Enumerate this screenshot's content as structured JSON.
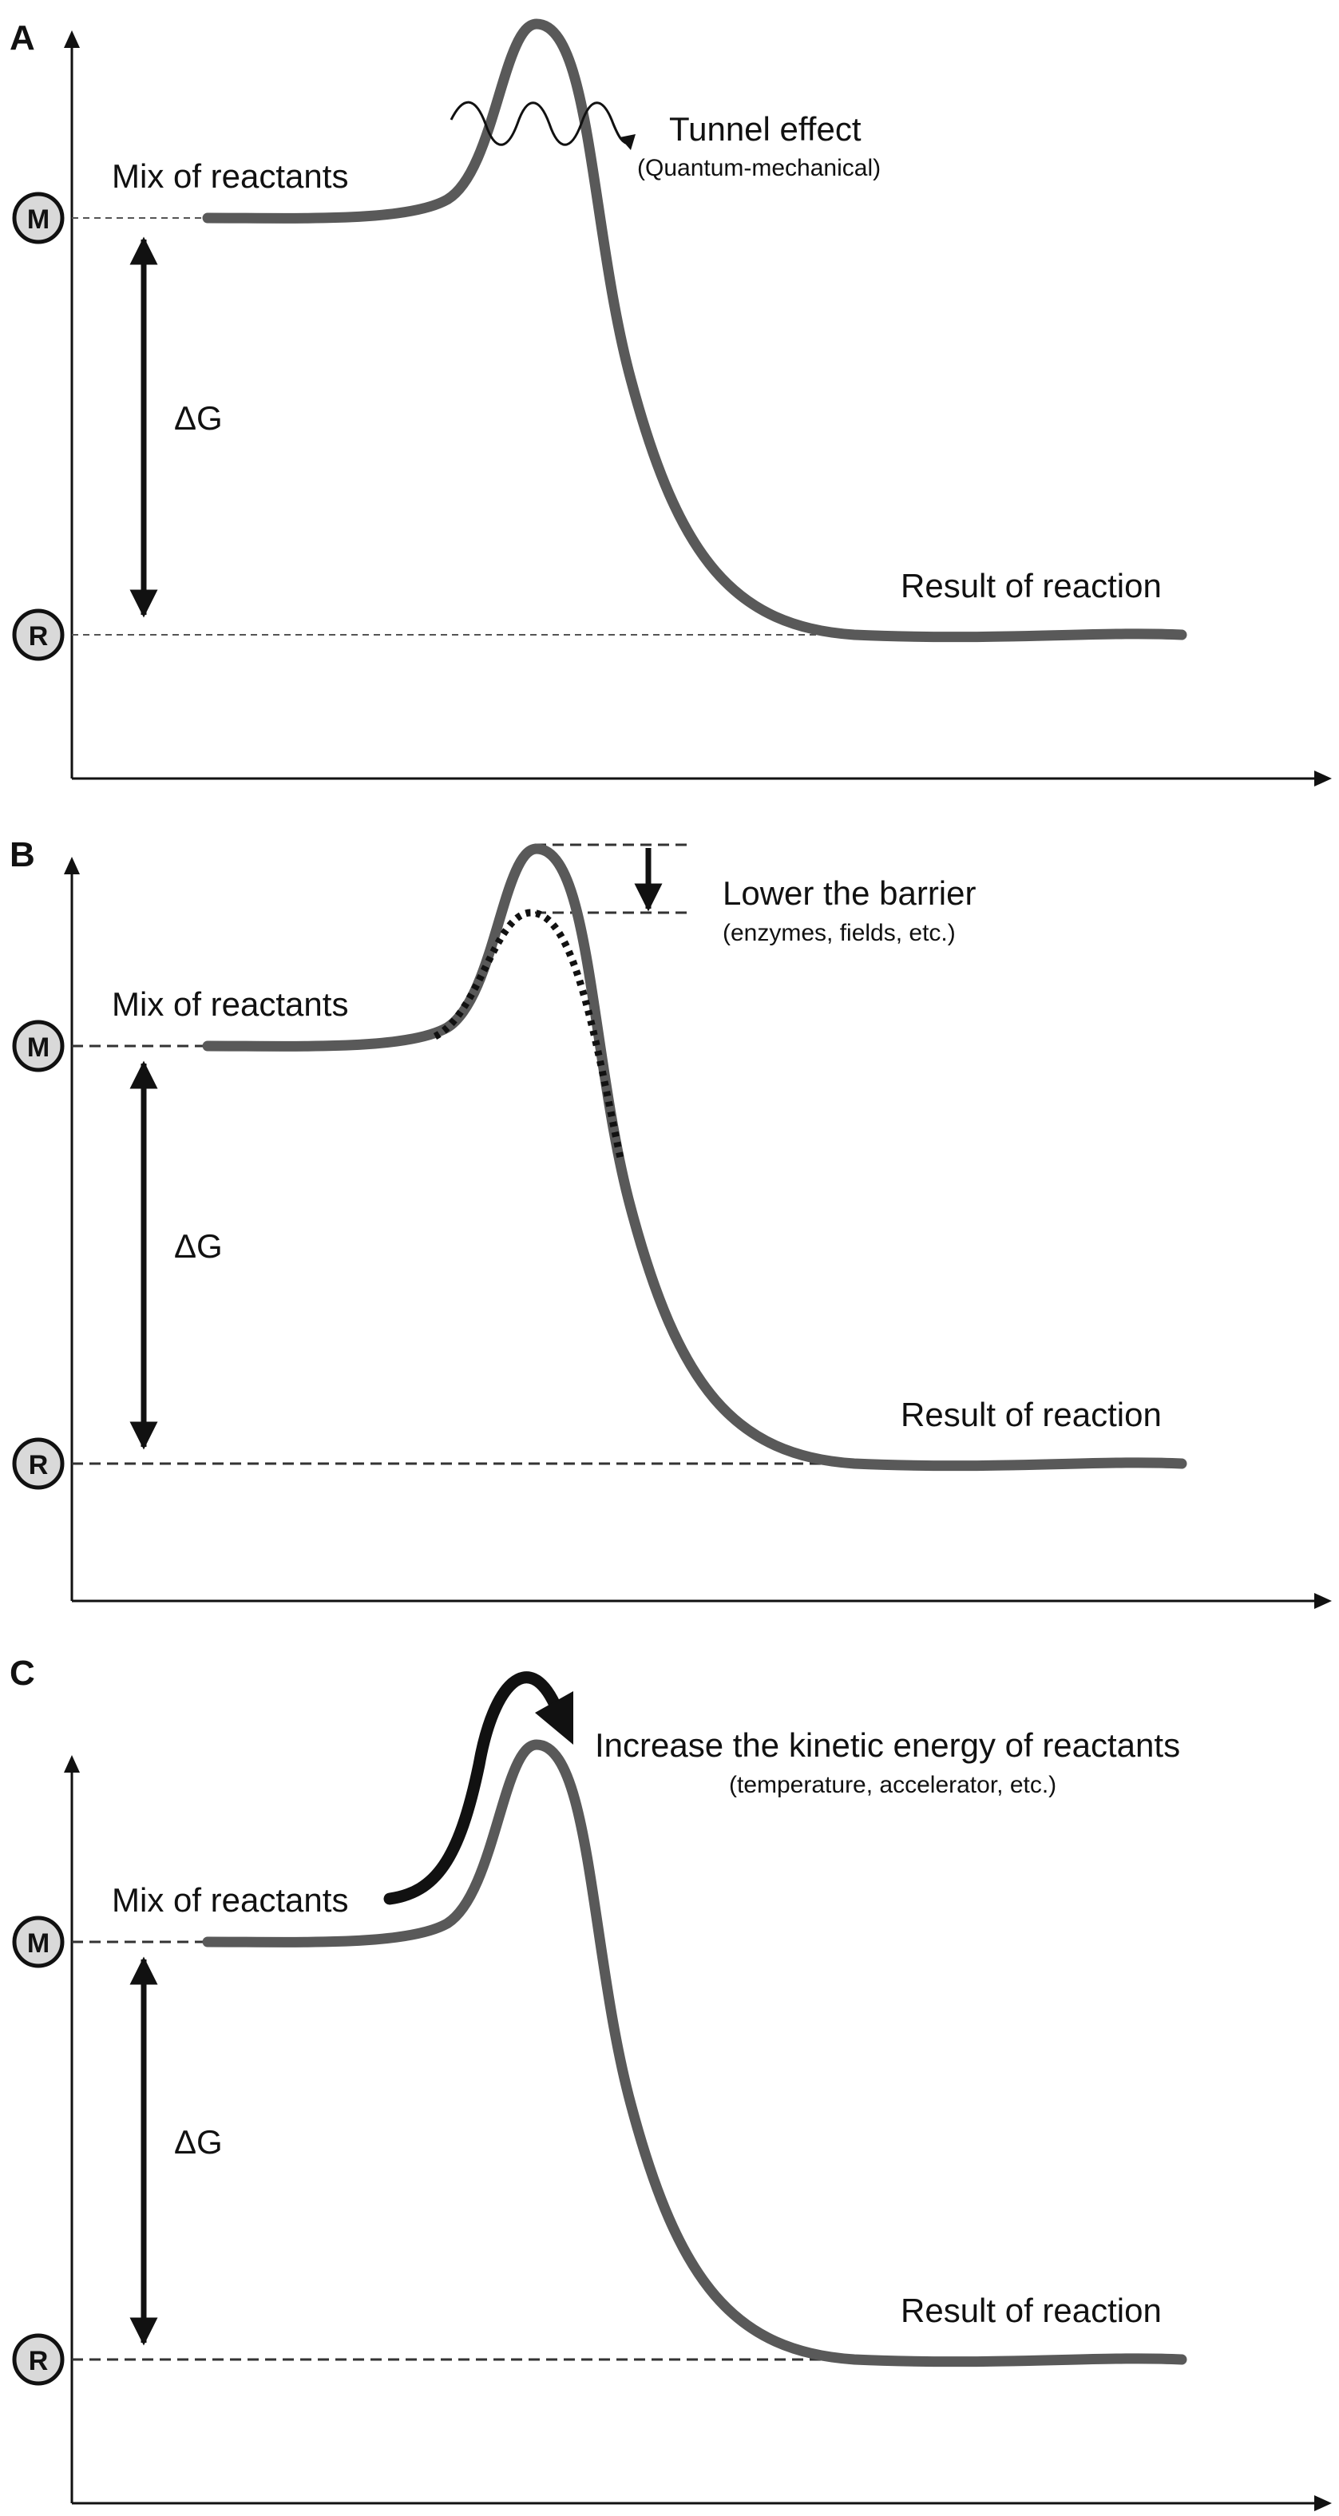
{
  "panels": [
    {
      "letter": "A",
      "y_label_top": "M",
      "y_label_bottom": "R",
      "reactants": "Mix of reactants",
      "product": "Result of reaction",
      "delta": "ΔG",
      "annotation_title": "Tunnel effect",
      "annotation_subtitle": "(Quantum-mechanical)",
      "mechanism": "tunnel"
    },
    {
      "letter": "B",
      "y_label_top": "M",
      "y_label_bottom": "R",
      "reactants": "Mix of reactants",
      "product": "Result of reaction",
      "delta": "ΔG",
      "annotation_title": "Lower the barrier",
      "annotation_subtitle": "(enzymes, fields, etc.)",
      "mechanism": "lowered-barrier"
    },
    {
      "letter": "C",
      "y_label_top": "M",
      "y_label_bottom": "R",
      "reactants": "Mix of reactants",
      "product": "Result of reaction",
      "delta": "ΔG",
      "annotation_title": "Increase the kinetic energy of reactants",
      "annotation_subtitle": "(temperature, accelerator, etc.)",
      "mechanism": "kinetic-energy"
    }
  ],
  "colors": {
    "curve": "#595959",
    "node_fill": "#d9d9d9",
    "ink": "#111111"
  }
}
